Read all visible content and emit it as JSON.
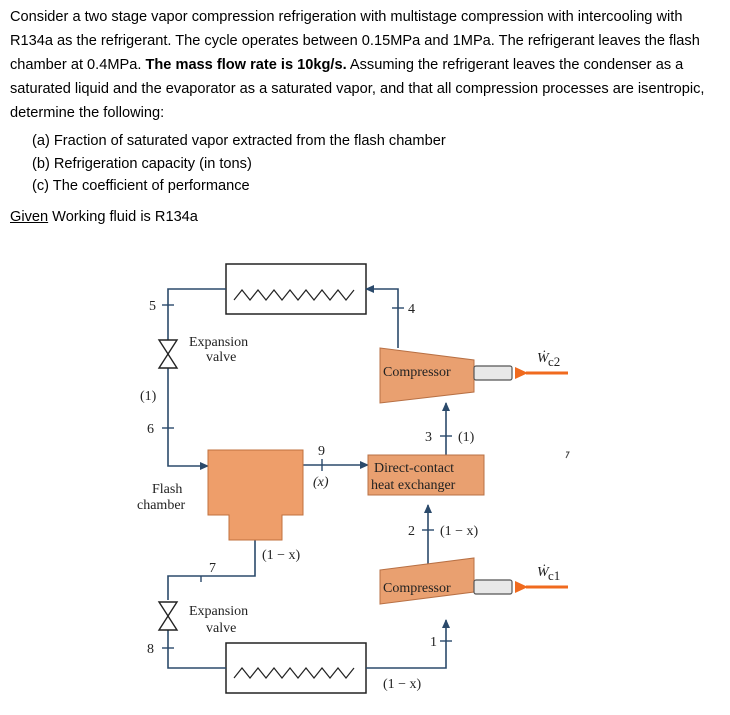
{
  "problem": {
    "intro": "Consider a two stage vapor compression refrigeration with multistage compression with intercooling with R134a as the refrigerant. The cycle operates between 0.15MPa and 1MPa. The refrigerant leaves the flash chamber at 0.4MPa. ",
    "bold": "The mass flow rate is 10kg/s.",
    "rest": " Assuming the refrigerant leaves the condenser as a saturated liquid and the evaporator as a saturated vapor, and that all compression processes are isentropic, determine the following:"
  },
  "parts": [
    "(a) Fraction of saturated vapor extracted from the flash chamber",
    "(b) Refrigeration capacity (in tons)",
    "(c) The coefficient of performance"
  ],
  "given": {
    "label": "Given",
    "text": " Working fluid is R134a"
  },
  "diagram": {
    "expansion_valve_top": [
      "Expansion",
      "valve"
    ],
    "expansion_valve_bottom": [
      "Expansion",
      "valve"
    ],
    "flash_chamber": [
      "Flash",
      "chamber"
    ],
    "compressor_top": "Compressor",
    "compressor_bottom": "Compressor",
    "heat_exchanger": [
      "Direct-contact",
      "heat exchanger"
    ],
    "work_top": "Ẇ",
    "work_top_sub": "c2",
    "work_bottom": "Ẇ",
    "work_bottom_sub": "c1",
    "state_labels": {
      "s1": "1",
      "s2": "2",
      "s3": "3",
      "s4": "4",
      "s5": "5",
      "s6": "6",
      "s7": "7",
      "s8": "8",
      "s9": "9"
    },
    "flow_labels": {
      "left_one": "(1)",
      "after_3": "(1)",
      "x": "(x)",
      "one_minus_x_mid": "(1 − x)",
      "one_minus_x_2": "(1 − x)",
      "one_minus_x_bottom": "(1 − x)"
    },
    "colors": {
      "compressor": "#e9a070",
      "flash": "#ee9e6a",
      "work_arrow": "#f06a1e",
      "line": "#2b4a6b"
    }
  }
}
